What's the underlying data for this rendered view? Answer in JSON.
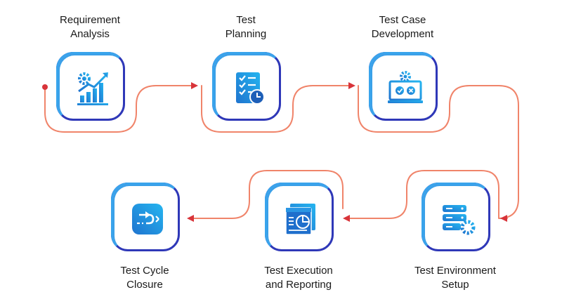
{
  "steps": [
    {
      "line1": "Requirement",
      "line2": "Analysis",
      "icon": "gear-growth-chart-icon"
    },
    {
      "line1": "Test",
      "line2": "Planning",
      "icon": "checklist-clock-icon"
    },
    {
      "line1": "Test Case",
      "line2": "Development",
      "icon": "laptop-gear-check-icon"
    },
    {
      "line1": "Test Environment",
      "line2": "Setup",
      "icon": "server-gear-icon"
    },
    {
      "line1": "Test Execution",
      "line2": "and Reporting",
      "icon": "report-pie-chart-icon"
    },
    {
      "line1": "Test Cycle",
      "line2": "Closure",
      "icon": "exit-arrow-icon"
    }
  ],
  "colors": {
    "connector": "#f0846a",
    "arrow": "#d8343a",
    "card_border": "#2f38b8",
    "card_highlight": "#39a4ec",
    "icon_gradient_start": "#1f74cf",
    "icon_gradient_end": "#25b5f0"
  }
}
